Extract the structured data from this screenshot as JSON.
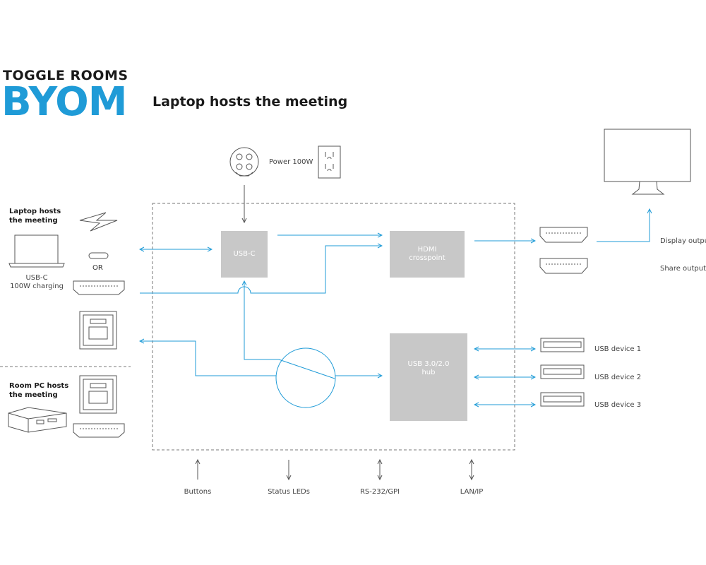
{
  "brand": {
    "line1": "TOGGLE ROOMS",
    "line2": "BYOM"
  },
  "subtitle": "Laptop hosts the meeting",
  "power": {
    "label": "Power 100W"
  },
  "left": {
    "laptop_title_1": "Laptop hosts",
    "laptop_title_2": "the meeting",
    "usbc_caption_1": "USB-C",
    "usbc_caption_2": "100W charging",
    "or_label": "OR",
    "roompc_title_1": "Room PC hosts",
    "roompc_title_2": "the meeting"
  },
  "blocks": {
    "usbc": "USB-C",
    "hdmi_1": "HDMI",
    "hdmi_2": "crosspoint",
    "hub_1": "USB 3.0/2.0",
    "hub_2": "hub"
  },
  "outputs": {
    "display": "Display output",
    "share": "Share output"
  },
  "devices": [
    "USB device 1",
    "USB device 2",
    "USB device 3"
  ],
  "bottom": [
    "Buttons",
    "Status LEDs",
    "RS-232/GPI",
    "LAN/IP"
  ],
  "colors": {
    "accent": "#1f9bd7",
    "box": "#c8c8c8",
    "line": "#555555"
  }
}
